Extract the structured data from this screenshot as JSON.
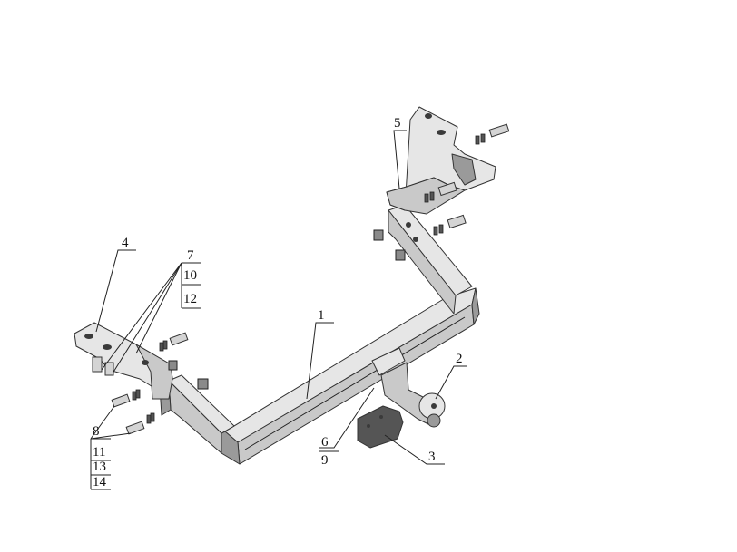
{
  "diagram": {
    "labels": {
      "part_1": "1",
      "part_2": "2",
      "part_3": "3",
      "part_4": "4",
      "part_5": "5",
      "part_6": "6",
      "part_7": "7",
      "part_8": "8",
      "part_9": "9",
      "part_10": "10",
      "part_11": "11",
      "part_12": "12",
      "part_13": "13",
      "part_14": "14"
    }
  }
}
